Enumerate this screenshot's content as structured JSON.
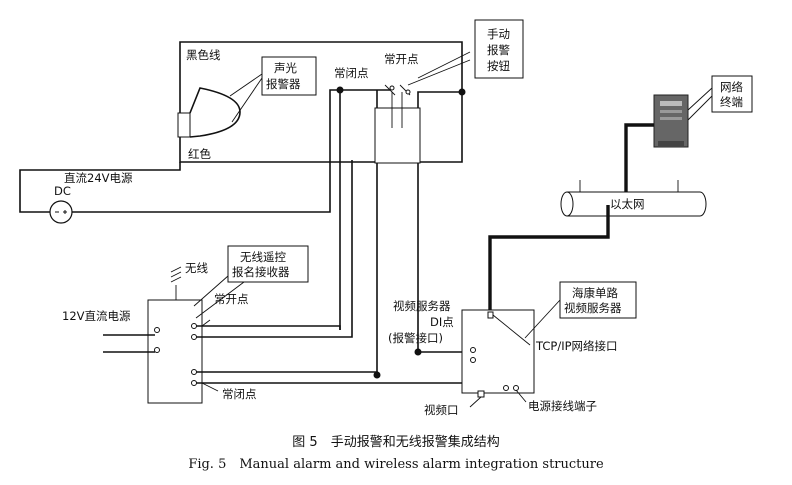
{
  "labels": {
    "black_wire": "黑色线",
    "red_wire": "红色",
    "sound_light_alarm": [
      "声光",
      "报警器"
    ],
    "dc24_power": "直流24V电源",
    "dc": "DC",
    "nc_point_top": "常闭点",
    "no_point_top": "常开点",
    "manual_button": [
      "手动",
      "报警",
      "按钮"
    ],
    "network_terminal": [
      "网络",
      "终端"
    ],
    "lan": "以太网",
    "wireless": "无线",
    "wireless_receiver": [
      "无线遥控",
      "报名接收器"
    ],
    "dc12_power": "12V直流电源",
    "no_point_left": "常开点",
    "nc_point_bottom": "常闭点",
    "video_server_di": [
      "视频服务器",
      "DI点",
      "(报警接口)"
    ],
    "hikvision_server": [
      "海康单路",
      "视频服务器"
    ],
    "tcpip_port": "TCP/IP网络接口",
    "video_port": "视频口",
    "power_terminal": "电源接线端子"
  },
  "caption": {
    "zh": "图 5　手动报警和无线报警集成结构",
    "en": "Fig. 5　Manual alarm and wireless alarm integration structure"
  }
}
